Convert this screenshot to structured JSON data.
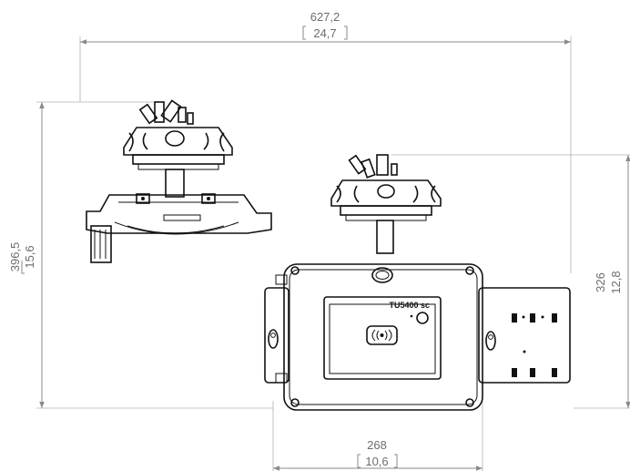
{
  "dimensions": {
    "overall_width": {
      "mm": "627,2",
      "inch": "24,7"
    },
    "overall_height": {
      "mm": "396,5",
      "inch": "15,6"
    },
    "right_height": {
      "mm": "326",
      "inch": "12,8"
    },
    "bottom_width": {
      "mm": "268",
      "inch": "10,6"
    }
  },
  "device": {
    "model_label": "TU5400 sc"
  },
  "icons": {
    "nfc": "nfc-icon",
    "arrow": "dimension-arrow"
  }
}
